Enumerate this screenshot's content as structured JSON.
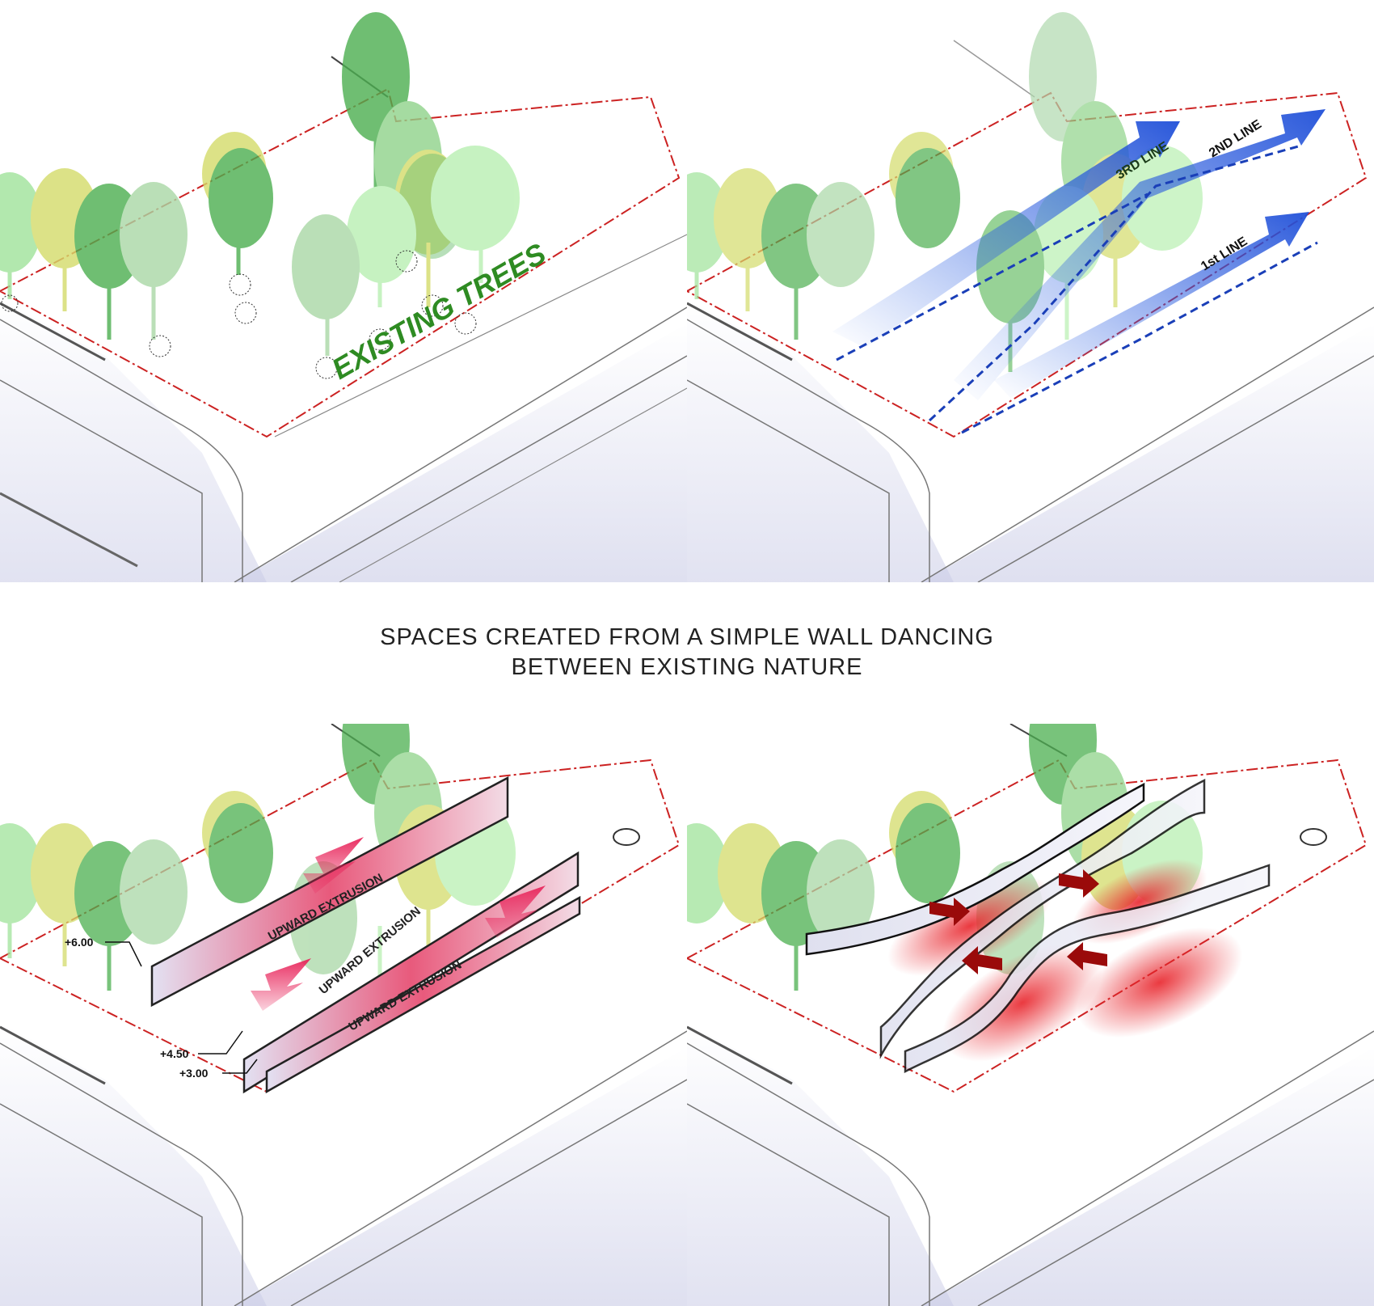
{
  "caption": {
    "line1": "SPACES CREATED FROM A SIMPLE WALL DANCING",
    "line2": "BETWEEN EXISTING NATURE"
  },
  "panel_existing_trees": {
    "label": "EXISTING TREES"
  },
  "panel_circulation": {
    "first_line": "1st LINE",
    "second_line": "2ND LINE",
    "third_line": "3RD LINE"
  },
  "panel_extrusion": {
    "extrusion_label": "UPWARD EXTRUSION",
    "level_high": "+6.00",
    "level_mid": "+4.50",
    "level_low": "+3.00"
  },
  "colors": {
    "tree_green": "#4caf50",
    "tree_yellow": "#d4dc6a",
    "tree_light": "#9fe39a",
    "boundary_red": "#cc2222",
    "arrow_blue": "#1f4fd8",
    "extrusion_pink": "#e85a7c",
    "space_red": "#e8242b",
    "label_green": "#2e8b22"
  }
}
